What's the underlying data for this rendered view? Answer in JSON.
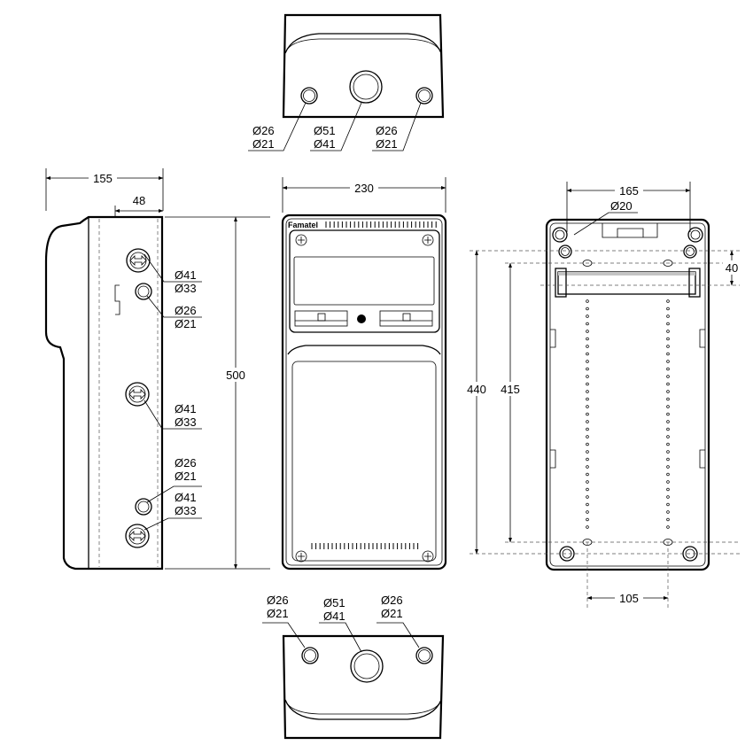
{
  "brand": "Famatel",
  "top_view": {
    "left_hole": [
      "Ø26",
      "Ø21"
    ],
    "center_hole": [
      "Ø51",
      "Ø41"
    ],
    "right_hole": [
      "Ø26",
      "Ø21"
    ]
  },
  "bottom_view": {
    "left_hole": [
      "Ø26",
      "Ø21"
    ],
    "center_hole": [
      "Ø51",
      "Ø41"
    ],
    "right_hole": [
      "Ø26",
      "Ø21"
    ]
  },
  "side_view": {
    "depth": "155",
    "rail_offset": "48",
    "height": "500",
    "holes": [
      [
        "Ø41",
        "Ø33"
      ],
      [
        "Ø26",
        "Ø21"
      ],
      [
        "Ø41",
        "Ø33"
      ],
      [
        "Ø26",
        "Ø21"
      ],
      [
        "Ø41",
        "Ø33"
      ]
    ]
  },
  "front_view": {
    "width": "230"
  },
  "back_view": {
    "mount_width": "165",
    "mount_hole": "Ø20",
    "rail_gap": "40",
    "mount_height": "440",
    "rail_height": "415",
    "rail_spacing": "105"
  }
}
